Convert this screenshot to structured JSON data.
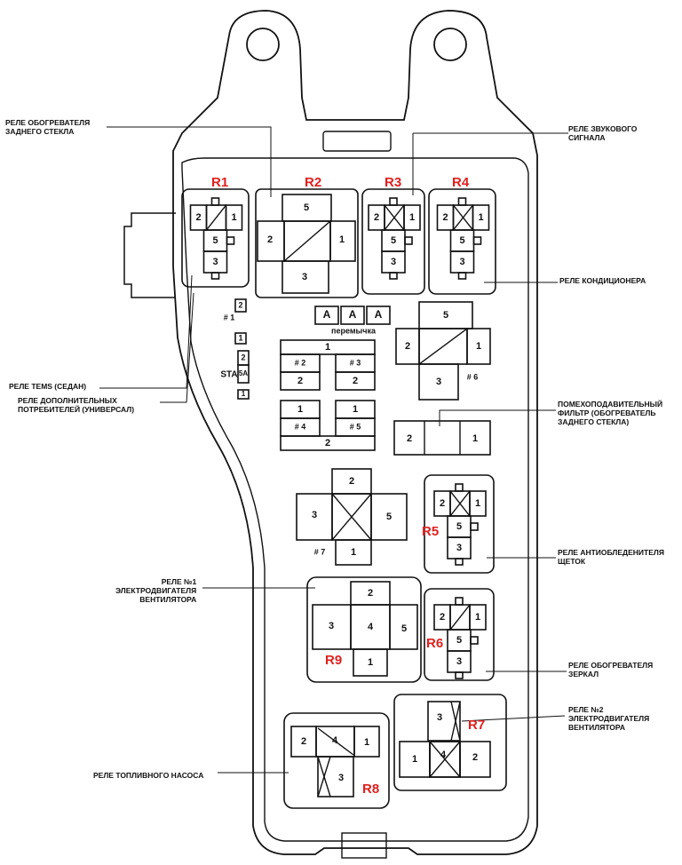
{
  "labels": {
    "rear_defog_relay": "РЕЛЕ ОБОГРЕВАТЕЛЯ\nЗАДНЕГО СТЕКЛА",
    "horn_relay": "РЕЛЕ ЗВУКОВОГО\nСИГНАЛА",
    "ac_relay": "РЕЛЕ КОНДИЦИОНЕРА",
    "tems_relay": "РЕЛЕ TEMS (СЕДАН)",
    "aux_relay": "РЕЛЕ ДОПОЛНИТЕЛЬНЫХ\nПОТРЕБИТЕЛЕЙ (УНИВЕРСАЛ)",
    "noise_filter": "ПОМЕХОПОДАВИТЕЛЬНЫЙ\nФИЛЬТР (ОБОГРЕВАТЕЛЬ\nЗАДНЕГО СТЕКЛА)",
    "deicer_relay": "РЕЛЕ АНТИОБЛЕДЕНИТЕЛЯ\nЩЕТОК",
    "fan1_relay": "РЕЛЕ №1\nЭЛЕКТРОДВИГАТЕЛЯ\nВЕНТИЛЯТОРА",
    "mirror_relay": "РЕЛЕ ОБОГРЕВАТЕЛЯ\nЗЕРКАЛ",
    "fan2_relay": "РЕЛЕ №2\nЭЛЕКТРОДВИГАТЕЛЯ\nВЕНТИЛЯТОРА",
    "fuel_pump_relay": "РЕЛЕ ТОПЛИВНОГО НАСОСА"
  },
  "tags": [
    "R1",
    "R2",
    "R3",
    "R4",
    "R5",
    "R6",
    "R7",
    "R8",
    "R9"
  ],
  "jumper": {
    "label": "перемычка",
    "cells": [
      "A",
      "A",
      "A"
    ]
  },
  "sta": {
    "label": "STA",
    "amp": "5A",
    "pin_a": "2",
    "pin_b": "1"
  },
  "fuse_block": {
    "top": "1",
    "bottom": "2",
    "names": [
      "# 2",
      "# 3",
      "# 4",
      "# 5"
    ],
    "pins_upper": [
      "2",
      "2"
    ],
    "pins_lower": [
      "1",
      "1"
    ]
  },
  "slot_names": {
    "n1": "# 1",
    "n6": "# 6",
    "n7": "# 7"
  },
  "pins": {
    "one": "1",
    "two": "2",
    "three": "3",
    "four": "4",
    "five": "5"
  },
  "colors": {
    "tag": "#e02020",
    "line": "#111111"
  }
}
